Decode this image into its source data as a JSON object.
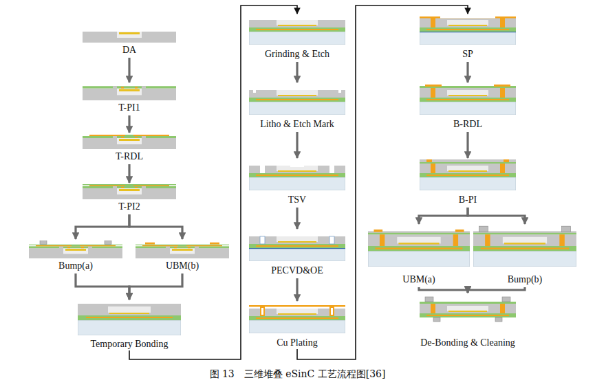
{
  "diagram": {
    "caption": "图 13　三维堆叠 eSinC 工艺流程图[36]",
    "nodes": [
      {
        "text": [
          "DA"
        ]
      },
      {
        "text": [
          "T-PI1"
        ]
      },
      {
        "text": [
          "T-RDL"
        ]
      },
      {
        "text": [
          "T-PI2"
        ]
      },
      {
        "text": [
          "Bump(a)"
        ]
      },
      {
        "text": [
          "UBM(b)"
        ]
      },
      {
        "text": [
          "Temporary Bonding"
        ]
      },
      {
        "text": [
          "Grinding & Etch"
        ]
      },
      {
        "text": [
          "Litho & Etch Mark"
        ]
      },
      {
        "text": [
          "TSV"
        ]
      },
      {
        "text": [
          "PECVD&OE"
        ]
      },
      {
        "text": [
          "Cu Plating"
        ]
      },
      {
        "text": [
          "SP"
        ]
      },
      {
        "text": [
          "B-RDL"
        ]
      },
      {
        "text": [
          "B-PI"
        ]
      },
      {
        "text": [
          "UBM(a)"
        ]
      },
      {
        "text": [
          "Bump(b)"
        ]
      },
      {
        "text": [
          "De-Bonding & Cleaning"
        ]
      }
    ],
    "edges": [
      {
        "from": 0,
        "to": 1,
        "arrow": "to"
      },
      {
        "from": 1,
        "to": 2,
        "arrow": "to"
      },
      {
        "from": 2,
        "to": 3,
        "arrow": "to"
      },
      {
        "from": 3,
        "to": 4,
        "arrow": "to"
      },
      {
        "from": 3,
        "to": 5,
        "arrow": "to"
      },
      {
        "from": 4,
        "to": 6,
        "arrow": "to"
      },
      {
        "from": 5,
        "to": 6,
        "arrow": "to"
      },
      {
        "from": 6,
        "to": 7,
        "arrow": "to"
      },
      {
        "from": 7,
        "to": 8,
        "arrow": "to"
      },
      {
        "from": 8,
        "to": 9,
        "arrow": "to"
      },
      {
        "from": 9,
        "to": 10,
        "arrow": "to"
      },
      {
        "from": 10,
        "to": 11,
        "arrow": "to"
      },
      {
        "from": 11,
        "to": 12,
        "arrow": "to"
      },
      {
        "from": 12,
        "to": 13,
        "arrow": "to"
      },
      {
        "from": 13,
        "to": 14,
        "arrow": "to"
      },
      {
        "from": 14,
        "to": 15,
        "arrow": "to"
      },
      {
        "from": 14,
        "to": 16,
        "arrow": "to"
      },
      {
        "from": 15,
        "to": 17,
        "arrow": "to"
      },
      {
        "from": 16,
        "to": 17,
        "arrow": "to"
      }
    ]
  }
}
